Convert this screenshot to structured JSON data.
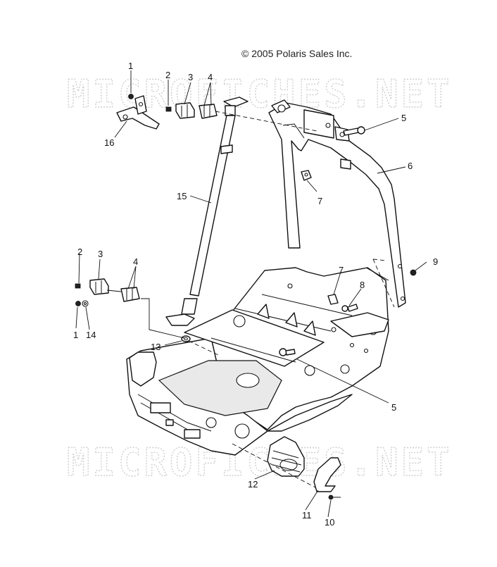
{
  "copyright": "© 2005 Polaris Sales Inc.",
  "watermark": "MICROFICHES.NET",
  "callouts": {
    "c1a": "1",
    "c2a": "2",
    "c3a": "3",
    "c4a": "4",
    "c5a": "5",
    "c6": "6",
    "c7a": "7",
    "c16": "16",
    "c15": "15",
    "c2b": "2",
    "c3b": "3",
    "c4b": "4",
    "c1b": "1",
    "c14": "14",
    "c13": "13",
    "c7b": "7",
    "c8": "8",
    "c9": "9",
    "c5b": "5",
    "c12": "12",
    "c11": "11",
    "c10": "10"
  },
  "colors": {
    "line": "#111111",
    "watermark": "#cfcfcf",
    "background": "#ffffff"
  }
}
